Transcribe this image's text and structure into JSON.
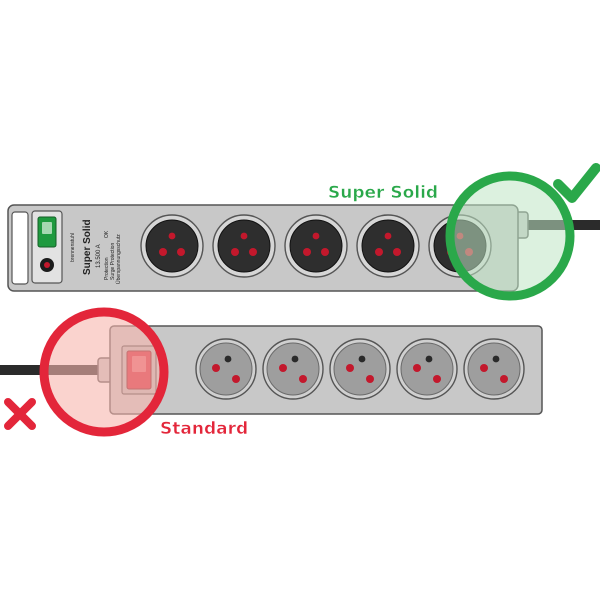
{
  "colors": {
    "good": "#2aa84a",
    "good_fill": "#bfe6c4",
    "bad": "#e3263a",
    "bad_fill": "#f6b5ae",
    "strip_body": "#c8c8c8",
    "strip_outline": "#555555",
    "cable": "#2b2b2b",
    "socket_dark": "#2e2e2e",
    "socket_light": "#9e9e9e",
    "pin": "#c3182c",
    "switch_on": "#1f9a3f",
    "switch_red": "#d51f33"
  },
  "super_solid": {
    "label": "Super Solid",
    "model_text": "Super Solid",
    "rating_text": "13.500 A",
    "protection_text": "Protection",
    "ok_text": "OK",
    "surge_text": "Surge Protection",
    "uberspannung_text": "Überspannungsschutz",
    "brand_text": "brennenstuhl",
    "socket_count": 5
  },
  "standard": {
    "label": "Standard",
    "socket_count": 5
  },
  "marks": {
    "good_icon": "check-icon",
    "bad_icon": "cross-icon"
  }
}
